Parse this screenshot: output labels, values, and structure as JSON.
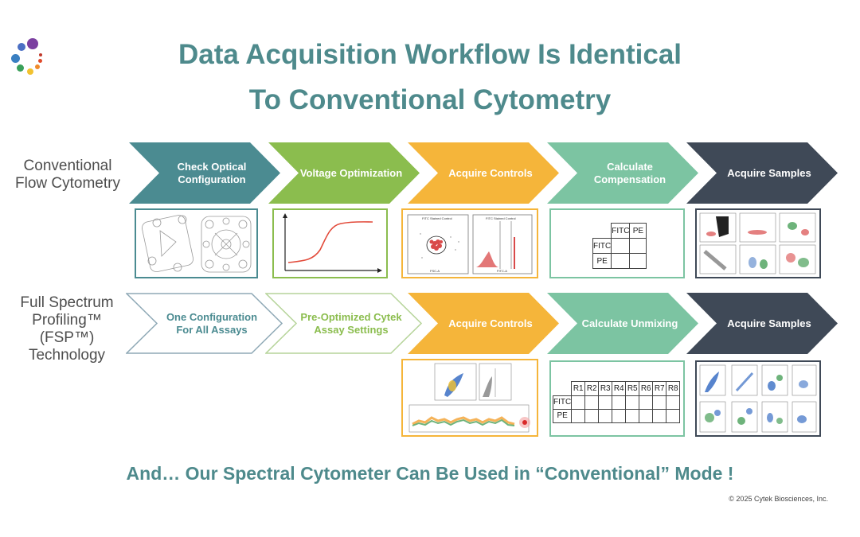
{
  "title": {
    "line1": "Data Acquisition Workflow Is Identical",
    "line2": "To Conventional Cytometry"
  },
  "rows": {
    "conventional": {
      "label_line1": "Conventional",
      "label_line2": "Flow Cytometry",
      "steps": [
        {
          "label": "Check Optical Configuration",
          "color": "#4b8b91"
        },
        {
          "label": "Voltage Optimization",
          "color": "#8bbd4e"
        },
        {
          "label": "Acquire Controls",
          "color": "#f5b53a"
        },
        {
          "label": "Calculate Compensation",
          "color": "#7cc4a2"
        },
        {
          "label": "Acquire Samples",
          "color": "#3f4957"
        }
      ]
    },
    "fsp": {
      "label_line1": "Full Spectrum",
      "label_line2": "Profiling™ (FSP™)",
      "label_line3": "Technology",
      "steps": [
        {
          "label": "One Configuration For All Assays",
          "style": "outline",
          "text_color": "#4b8b91"
        },
        {
          "label": "Pre-Optimized Cytek Assay Settings",
          "style": "outline",
          "text_color": "#8bbd4e"
        },
        {
          "label": "Acquire Controls",
          "color": "#f5b53a"
        },
        {
          "label": "Calculate Unmixing",
          "color": "#7cc4a2"
        },
        {
          "label": "Acquire Samples",
          "color": "#3f4957"
        }
      ]
    }
  },
  "compensation_matrix": {
    "col_headers": [
      "FITC",
      "PE"
    ],
    "row_headers": [
      "FITC",
      "PE"
    ]
  },
  "unmixing_matrix": {
    "col_headers": [
      "R1",
      "R2",
      "R3",
      "R4",
      "R5",
      "R6",
      "R7",
      "R8"
    ],
    "row_headers": [
      "FITC",
      "PE"
    ]
  },
  "controls_plot_labels": {
    "left_title": "FITC Stained Control",
    "right_title": "FITC Stained Control",
    "x_label": "FSC-A",
    "x_label_right": "FITC-A"
  },
  "footer": "And… Our Spectral Cytometer Can Be Used in “Conventional” Mode !",
  "copyright": "© 2025 Cytek Biosciences, Inc.",
  "colors": {
    "title": "#4e8a8c",
    "teal": "#4b8b91",
    "green": "#8bbd4e",
    "orange": "#f5b53a",
    "mint": "#7cc4a2",
    "slate": "#3f4957"
  }
}
